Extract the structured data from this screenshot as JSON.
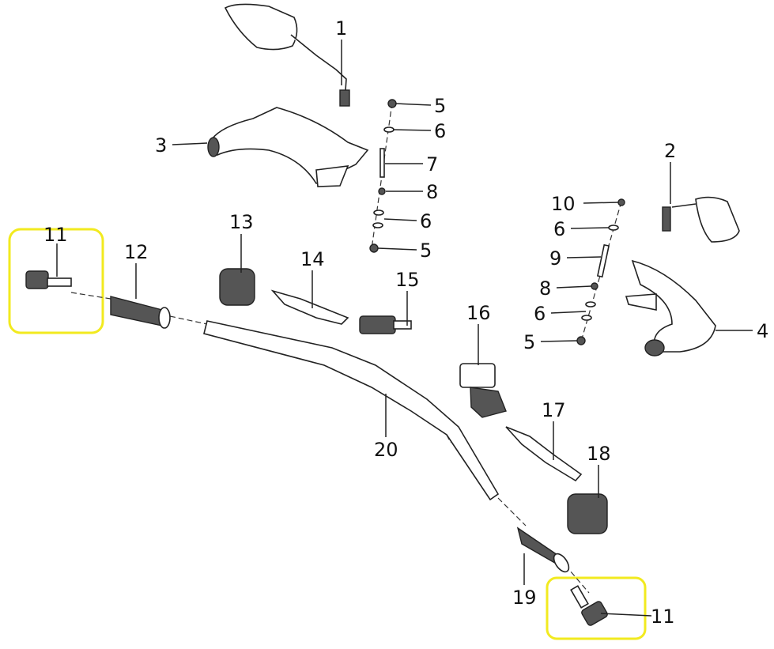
{
  "diagram": {
    "title": "Handlebar assembly exploded parts view",
    "highlight_color": "#f2ea1f",
    "callouts": [
      "1",
      "3",
      "5",
      "6",
      "7",
      "8",
      "6",
      "5",
      "2",
      "10",
      "6",
      "9",
      "8",
      "6",
      "5",
      "4",
      "11",
      "12",
      "13",
      "14",
      "15",
      "16",
      "17",
      "18",
      "19",
      "20",
      "11"
    ]
  }
}
